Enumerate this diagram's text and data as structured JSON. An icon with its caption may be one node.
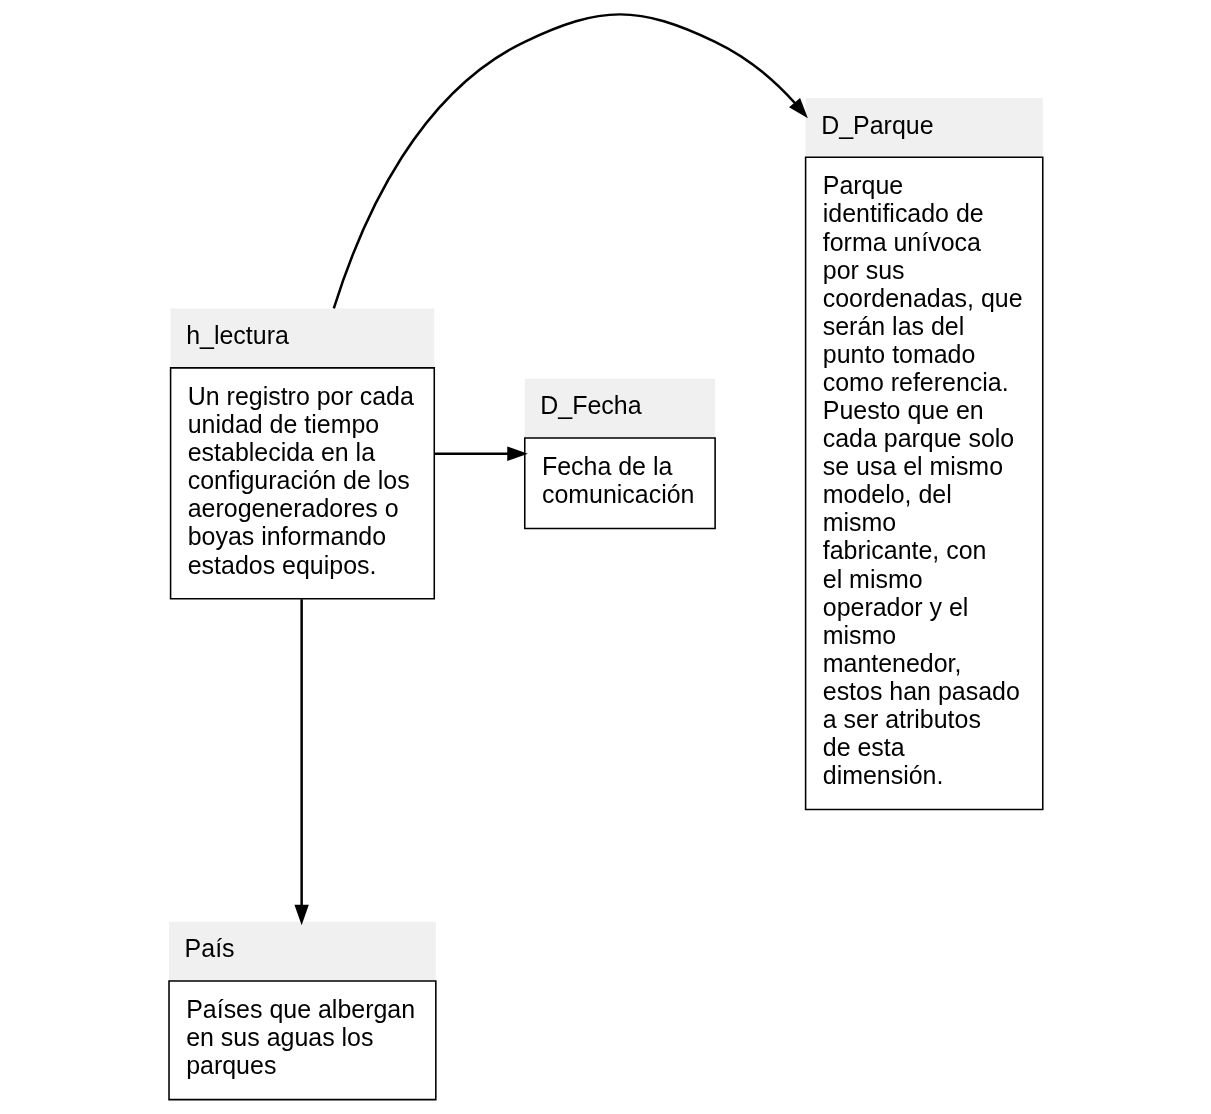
{
  "diagram": {
    "nodes": [
      {
        "text": [
          "D_Parque",
          "Parque identificado de forma unívoca por sus coordenadas, que serán las del punto tomado como referencia. Puesto que en cada parque solo se usa el mismo modelo, del mismo fabricante, con el mismo operador y el mismo mantenedor, estos han pasado a ser atributos de esta dimensión."
        ]
      },
      {
        "text": [
          "D_Fecha",
          "Fecha de la comunicación"
        ]
      },
      {
        "text": [
          "h_lectura",
          "Un registro por cada unidad de tiempo establecida en la configuración de los aerogeneradores o boyas informando estados equipos."
        ]
      },
      {
        "text": [
          "País",
          "Países que albergan en sus aguas los parques"
        ]
      }
    ],
    "edges": [
      {
        "from": 2,
        "to": 0,
        "arrow": "to"
      },
      {
        "from": 2,
        "to": 1,
        "arrow": "to"
      },
      {
        "from": 2,
        "to": 3,
        "arrow": "to"
      }
    ]
  }
}
